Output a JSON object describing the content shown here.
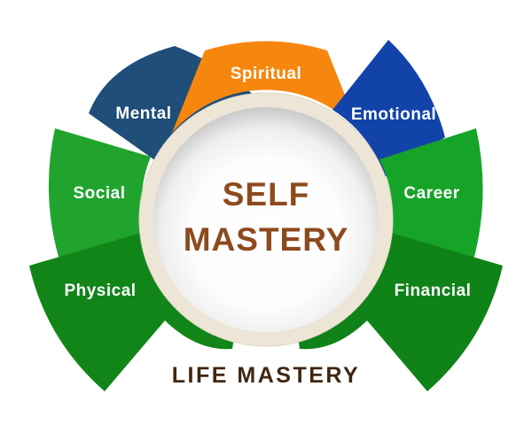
{
  "diagram": {
    "title_center": {
      "line1": "SELF",
      "line2": "MASTERY",
      "color": "#8D4A1E"
    },
    "caption": {
      "text": "LIFE MASTERY",
      "color": "#3F2712"
    },
    "center_circle": {
      "ring_color": "#EDE6D6",
      "fill": "#FFFFFF"
    },
    "background": "#FFFFFF",
    "label_text_color": "#FFFFFF",
    "petals": {
      "spiritual": {
        "label": "Spiritual",
        "color": "#F6870E"
      },
      "mental": {
        "label": "Mental",
        "color": "#1F4E79"
      },
      "emotional": {
        "label": "Emotional",
        "color": "#1243A9"
      },
      "social": {
        "label": "Social",
        "color": "#21A42E"
      },
      "career": {
        "label": "Career",
        "color": "#16A428"
      },
      "physical": {
        "label": "Physical",
        "color": "#128519"
      },
      "financial": {
        "label": "Financial",
        "color": "#0F8218"
      }
    }
  }
}
